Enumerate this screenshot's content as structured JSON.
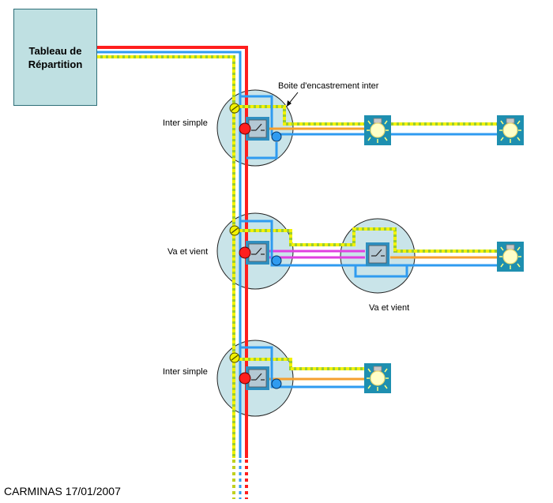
{
  "panel": {
    "line1": "Tableau de",
    "line2": "Répartition"
  },
  "box_label": "Boite d'encastrement inter",
  "circuits": [
    {
      "label": "Inter simple"
    },
    {
      "label": "Va et vient"
    },
    {
      "label": "Inter simple"
    }
  ],
  "remote_switch_label": "Va et vient",
  "credit": "CARMINAS 17/01/2007",
  "colors": {
    "phase": "#ff1e1e",
    "neutral": "#2f9bf0",
    "earth_yellow": "#f2f200",
    "earth_green": "#9acd32",
    "return": "#f5a030",
    "traveller": "#e040e0",
    "box_fill": "#c9e4e9",
    "lamp_box": "#1e8fb0",
    "lamp": "#ffffc0"
  }
}
